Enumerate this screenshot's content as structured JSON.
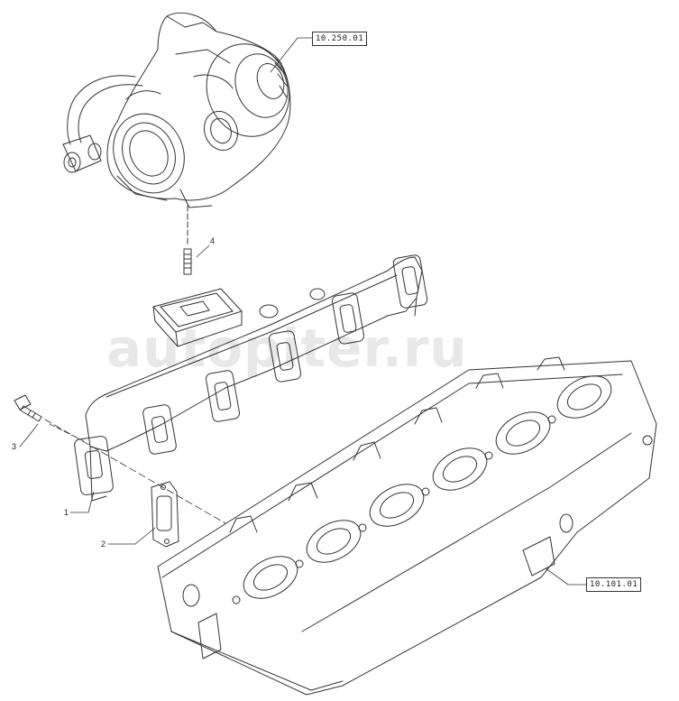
{
  "diagram": {
    "references": {
      "turbocharger": "10.250.01",
      "cylinder_head": "10.101.01"
    },
    "callouts": {
      "manifold": "1",
      "gasket": "2",
      "bolt": "3",
      "stud": "4"
    },
    "watermark": "autopiter.ru"
  }
}
